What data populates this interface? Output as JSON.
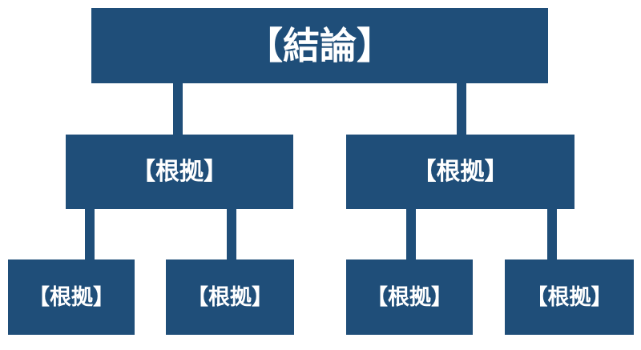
{
  "colors": {
    "box_fill": "#1F4E79",
    "box_text": "#FFFFFF",
    "background": "#FFFFFF"
  },
  "diagram": {
    "type": "tree",
    "description_labels": {
      "conclusion": "【結論】",
      "evidence": "【根拠】"
    },
    "root": {
      "label": "【結論】"
    },
    "level2": [
      {
        "label": "【根拠】"
      },
      {
        "label": "【根拠】"
      }
    ],
    "level3": [
      {
        "label": "【根拠】"
      },
      {
        "label": "【根拠】"
      },
      {
        "label": "【根拠】"
      },
      {
        "label": "【根拠】"
      }
    ]
  }
}
